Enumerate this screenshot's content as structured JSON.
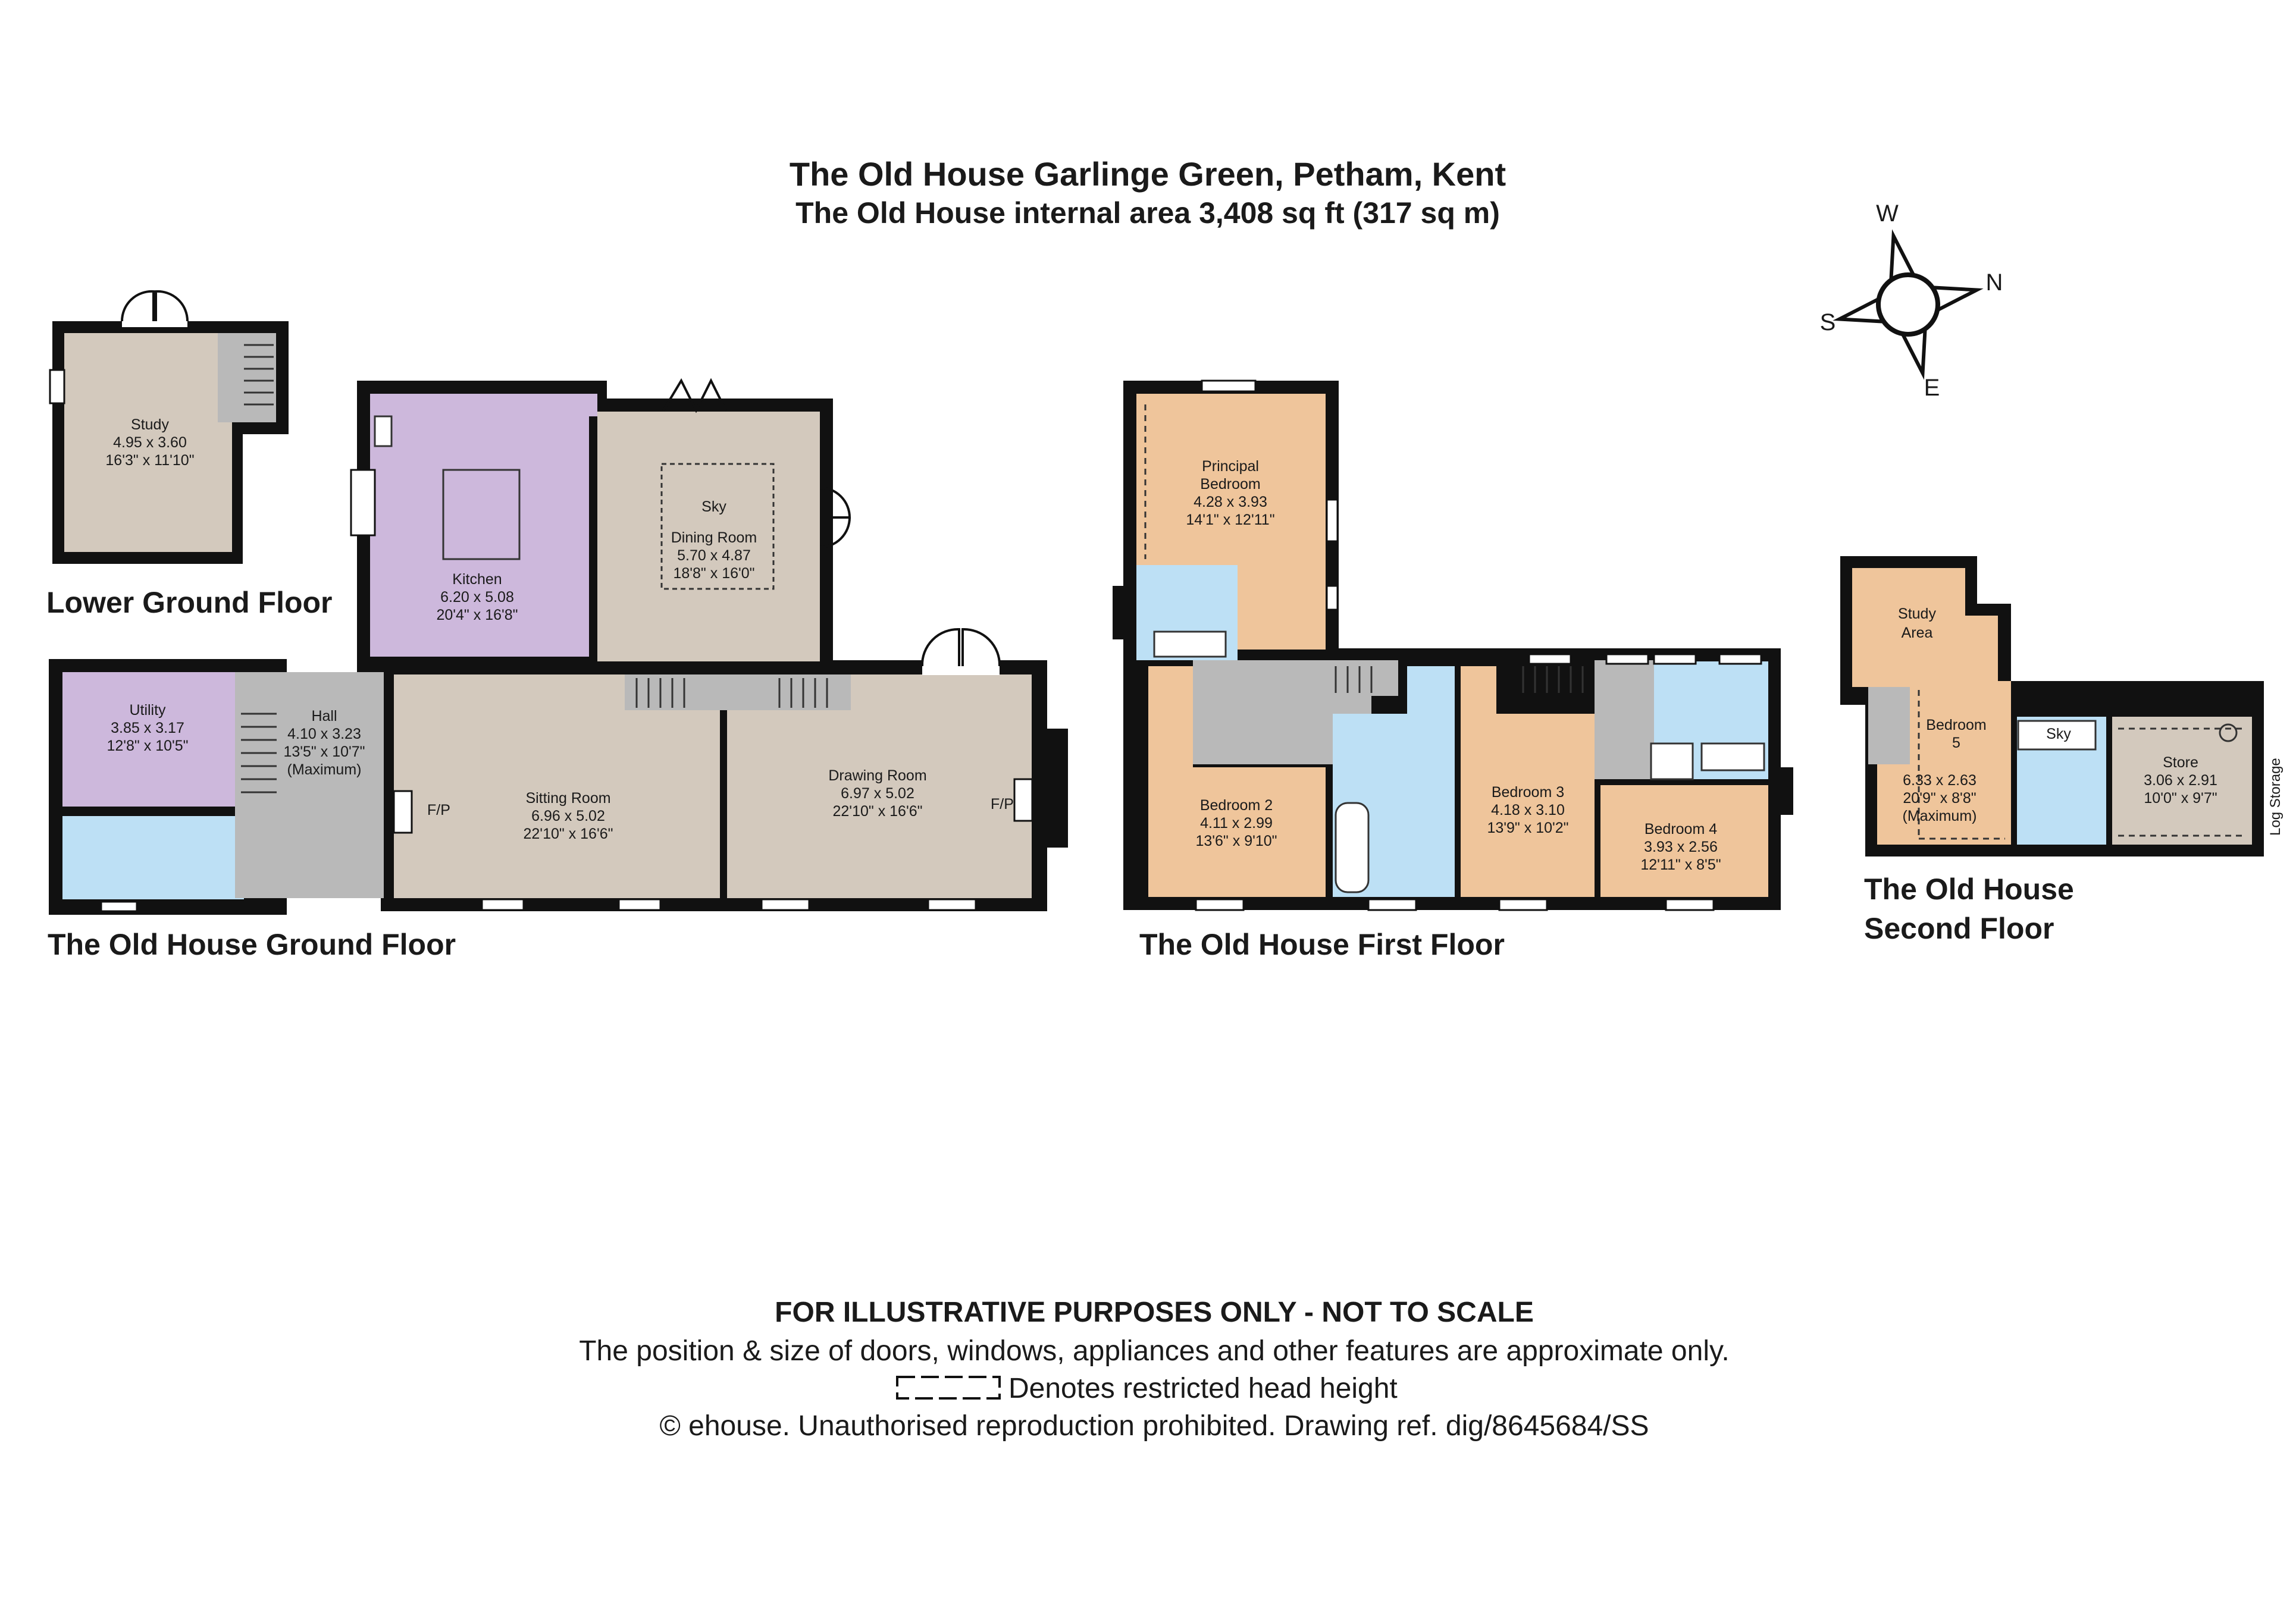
{
  "header": {
    "title": "The Old House Garlinge Green, Petham, Kent",
    "subtitle": "The Old House internal area 3,408 sq ft (317 sq m)"
  },
  "compass": {
    "w": "W",
    "n": "N",
    "s": "S",
    "e": "E"
  },
  "colors": {
    "wall": "#111111",
    "living": "#d3c9bd",
    "kitchen_utility": "#cdb8dc",
    "bedroom": "#efc59b",
    "bathroom": "#bde0f5",
    "circulation": "#b9b9b9"
  },
  "floors": {
    "lower_ground": "Lower Ground Floor",
    "ground": "The Old House Ground Floor",
    "first": "The Old House First Floor",
    "second_l1": "The Old House",
    "second_l2": "Second Floor"
  },
  "rooms": {
    "study": {
      "name": "Study",
      "metric": "4.95 x 3.60",
      "imperial": "16'3\" x 11'10\""
    },
    "kitchen": {
      "name": "Kitchen",
      "metric": "6.20 x 5.08",
      "imperial": "20'4\" x 16'8\""
    },
    "dining": {
      "sky": "Sky",
      "name": "Dining Room",
      "metric": "5.70 x 4.87",
      "imperial": "18'8\" x 16'0\""
    },
    "utility": {
      "name": "Utility",
      "metric": "3.85 x 3.17",
      "imperial": "12'8\" x 10'5\""
    },
    "hall": {
      "name": "Hall",
      "metric": "4.10 x 3.23",
      "imperial": "13'5\" x 10'7\"",
      "note": "(Maximum)"
    },
    "sitting": {
      "name": "Sitting Room",
      "metric": "6.96 x 5.02",
      "imperial": "22'10\" x 16'6\"",
      "fp": "F/P"
    },
    "drawing": {
      "name": "Drawing Room",
      "metric": "6.97 x 5.02",
      "imperial": "22'10\" x 16'6\"",
      "fp": "F/P"
    },
    "principal": {
      "name1": "Principal",
      "name2": "Bedroom",
      "metric": "4.28 x 3.93",
      "imperial": "14'1\" x 12'11\""
    },
    "bedroom2": {
      "name": "Bedroom 2",
      "metric": "4.11 x 2.99",
      "imperial": "13'6\" x 9'10\""
    },
    "bedroom3": {
      "name": "Bedroom 3",
      "metric": "4.18 x 3.10",
      "imperial": "13'9\" x 10'2\""
    },
    "bedroom4": {
      "name": "Bedroom 4",
      "metric": "3.93 x 2.56",
      "imperial": "12'11\" x 8'5\""
    },
    "study_area": {
      "l1": "Study",
      "l2": "Area"
    },
    "bedroom5": {
      "name1": "Bedroom",
      "name2": "5",
      "metric": "6.33 x 2.63",
      "imperial": "20'9\" x 8'8\"",
      "note": "(Maximum)"
    },
    "sky2": {
      "name": "Sky"
    },
    "store": {
      "name": "Store",
      "metric": "3.06 x 2.91",
      "imperial": "10'0\" x 9'7\""
    },
    "log_storage": {
      "name": "Log Storage"
    }
  },
  "disclaimer": {
    "line1": "FOR ILLUSTRATIVE PURPOSES ONLY - NOT TO SCALE",
    "line2": "The position & size of doors, windows, appliances and other features are approximate only.",
    "line3": "Denotes restricted head height",
    "line4": "© ehouse. Unauthorised reproduction prohibited. Drawing ref. dig/8645684/SS"
  }
}
